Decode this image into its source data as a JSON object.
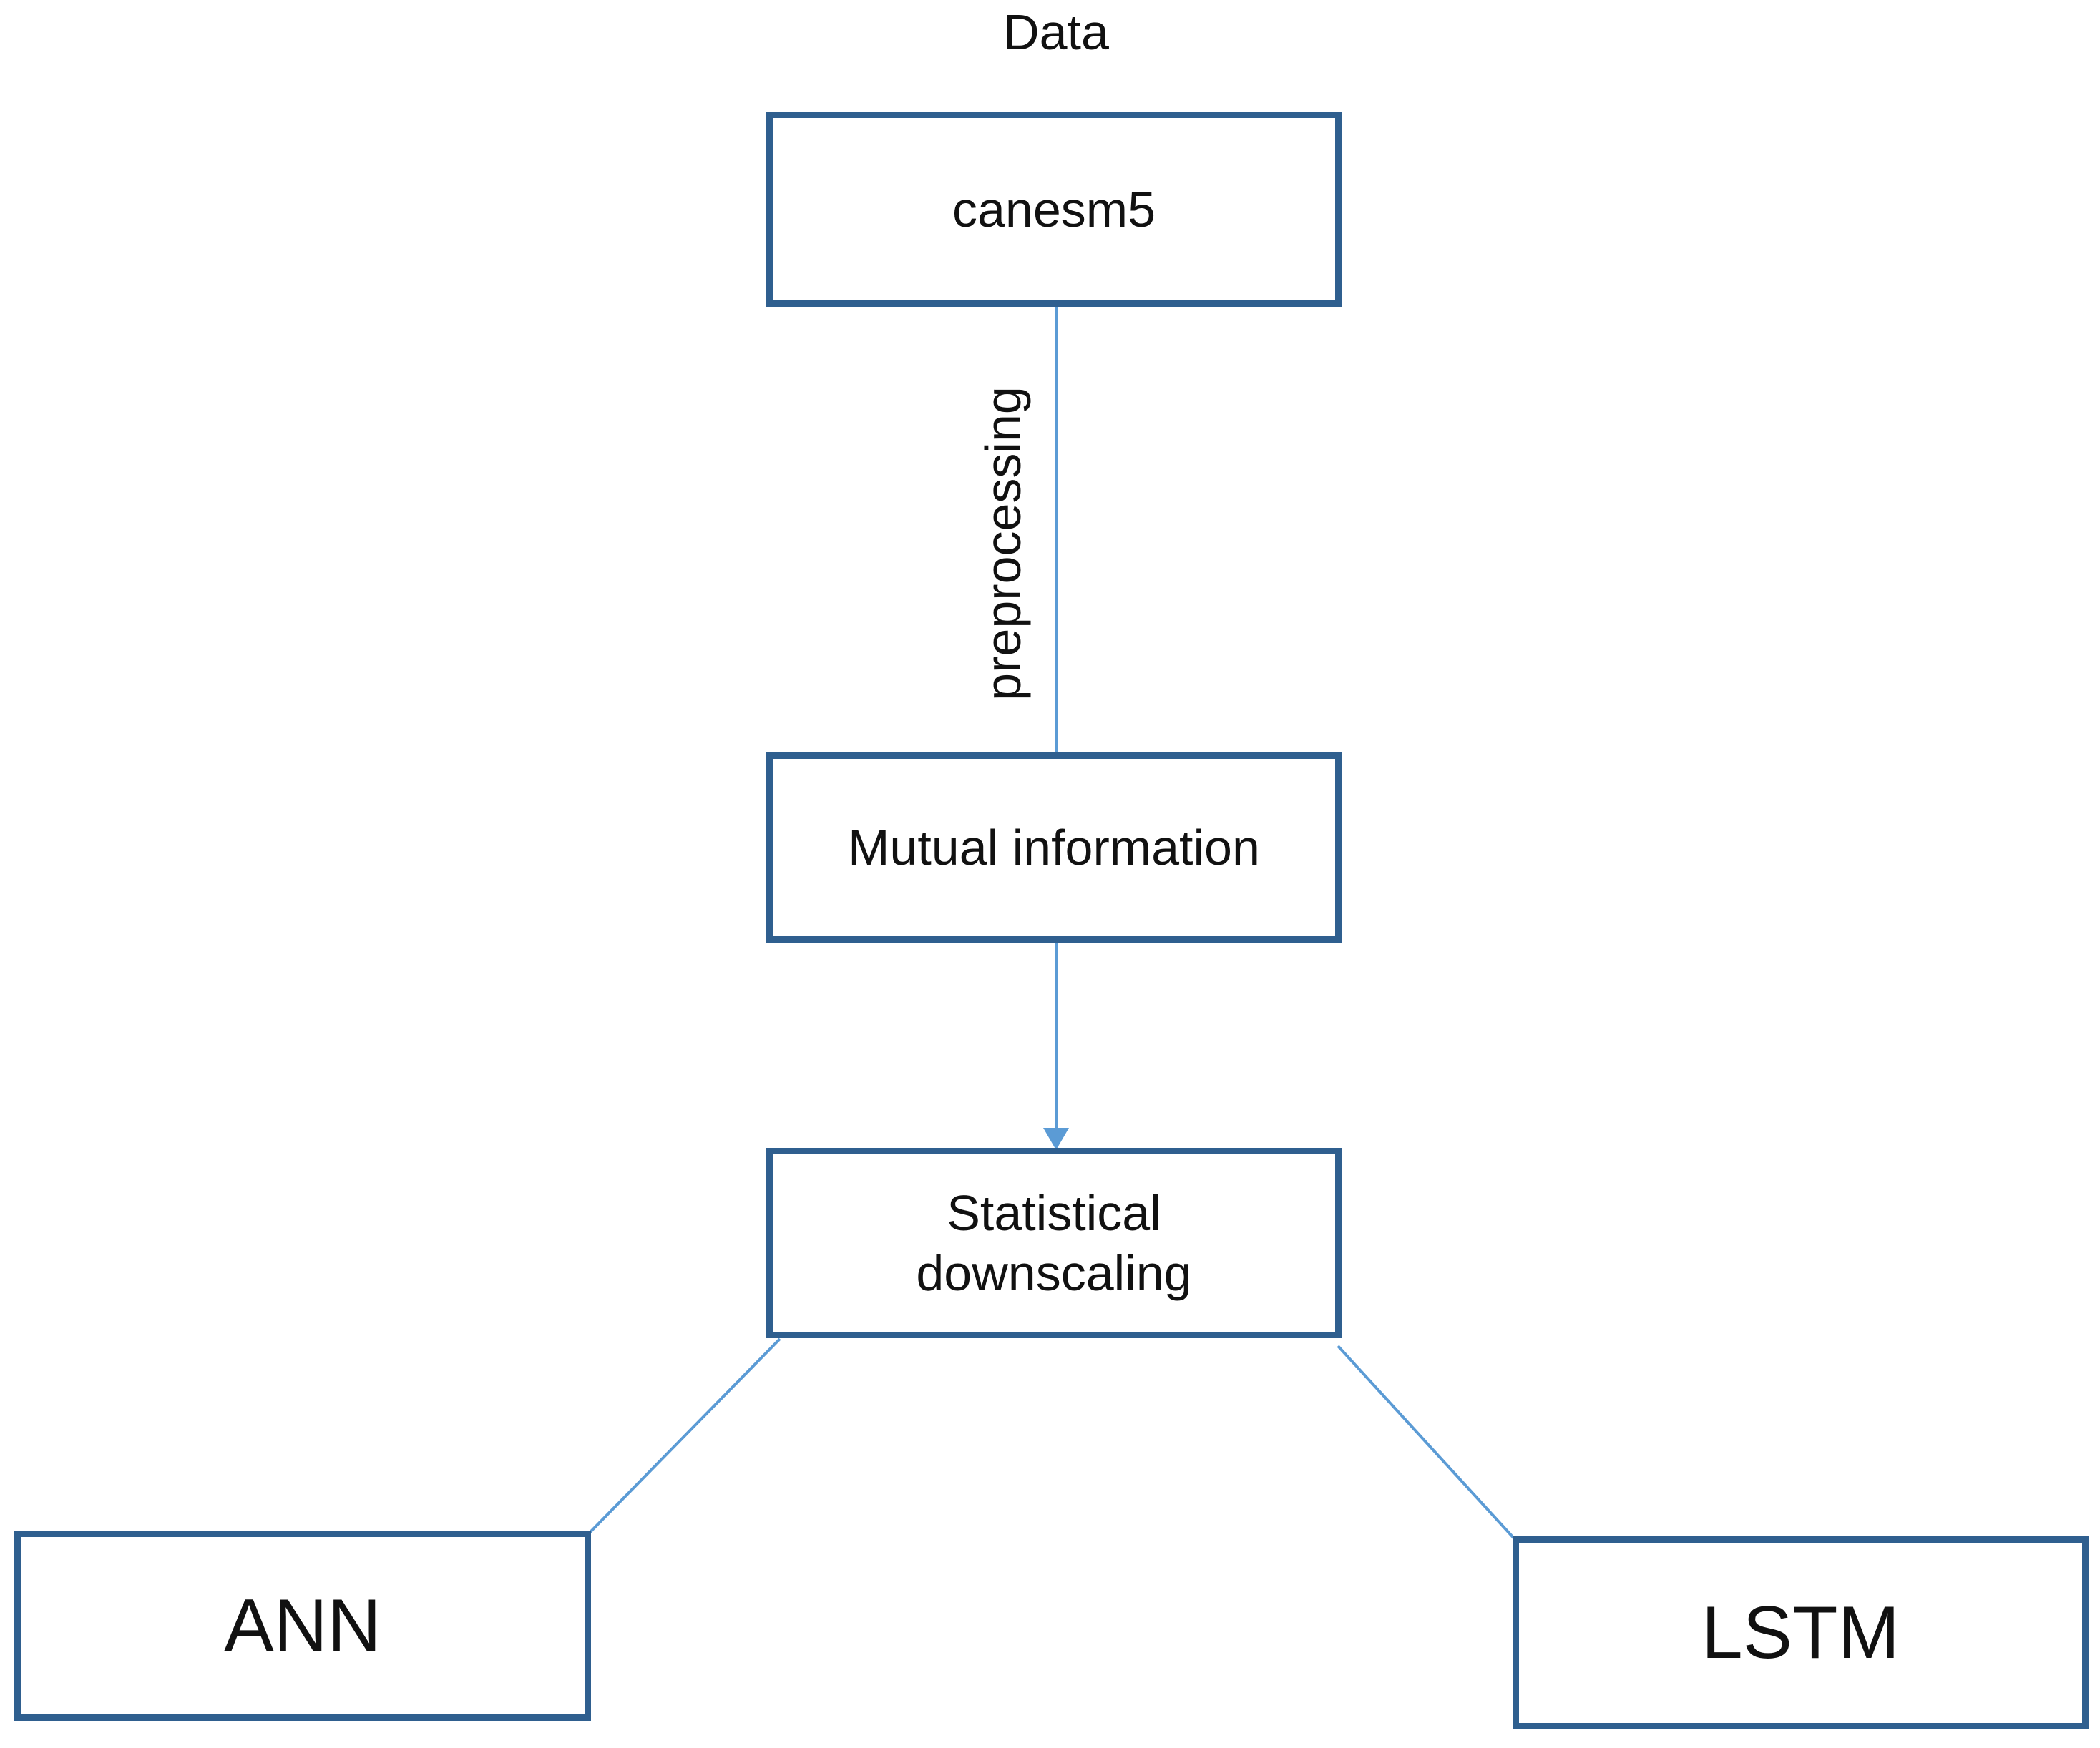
{
  "diagram": {
    "title": "Data",
    "colors": {
      "box_border": "#2f5f8f",
      "connector": "#5b9bd5",
      "text": "#111111"
    },
    "nodes": {
      "canesm5": "canesm5",
      "mutual_information": "Mutual information",
      "statistical_downscaling": {
        "line1": "Statistical",
        "line2": "downscaling"
      },
      "ann": "ANN",
      "lstm": "LSTM"
    },
    "edges": {
      "canesm5_to_mutual_information": "preprocessing"
    }
  }
}
